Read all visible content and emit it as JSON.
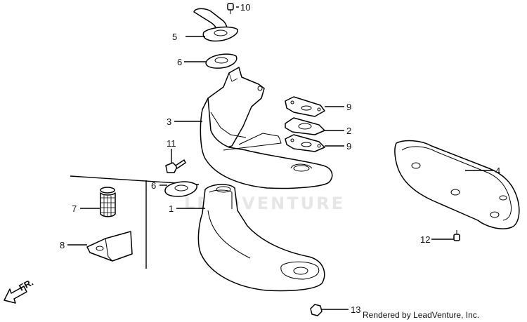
{
  "watermark": "LEADVENTURE",
  "credit": "Rendered by LeadVenture, Inc.",
  "front_marker": "FR.",
  "callouts": [
    {
      "id": "c1",
      "number": "1"
    },
    {
      "id": "c2",
      "number": "2"
    },
    {
      "id": "c3",
      "number": "3"
    },
    {
      "id": "c4",
      "number": "4"
    },
    {
      "id": "c5",
      "number": "5"
    },
    {
      "id": "c6a",
      "number": "6"
    },
    {
      "id": "c6b",
      "number": "6"
    },
    {
      "id": "c7",
      "number": "7"
    },
    {
      "id": "c8",
      "number": "8"
    },
    {
      "id": "c9a",
      "number": "9"
    },
    {
      "id": "c9b",
      "number": "9"
    },
    {
      "id": "c10",
      "number": "10"
    },
    {
      "id": "c11",
      "number": "11"
    },
    {
      "id": "c12",
      "number": "12"
    },
    {
      "id": "c13",
      "number": "13"
    }
  ]
}
